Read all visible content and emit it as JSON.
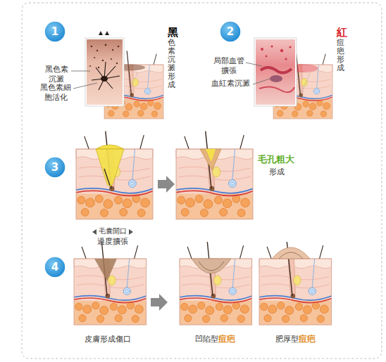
{
  "diagram": {
    "labels": [
      "1",
      "黑色素沉澱",
      "黑色素細胞活化",
      "黑色素沉澱形成",
      "2",
      "局部血管擴張",
      "血紅素沉澱",
      "紅痘疤形成",
      "3",
      "毛囊開口",
      "過度擴張",
      "毛孔粗大",
      "形成",
      "4",
      "皮膚形成傷口",
      "凹陷型痘疤",
      "肥厚型痘疤"
    ]
  }
}
